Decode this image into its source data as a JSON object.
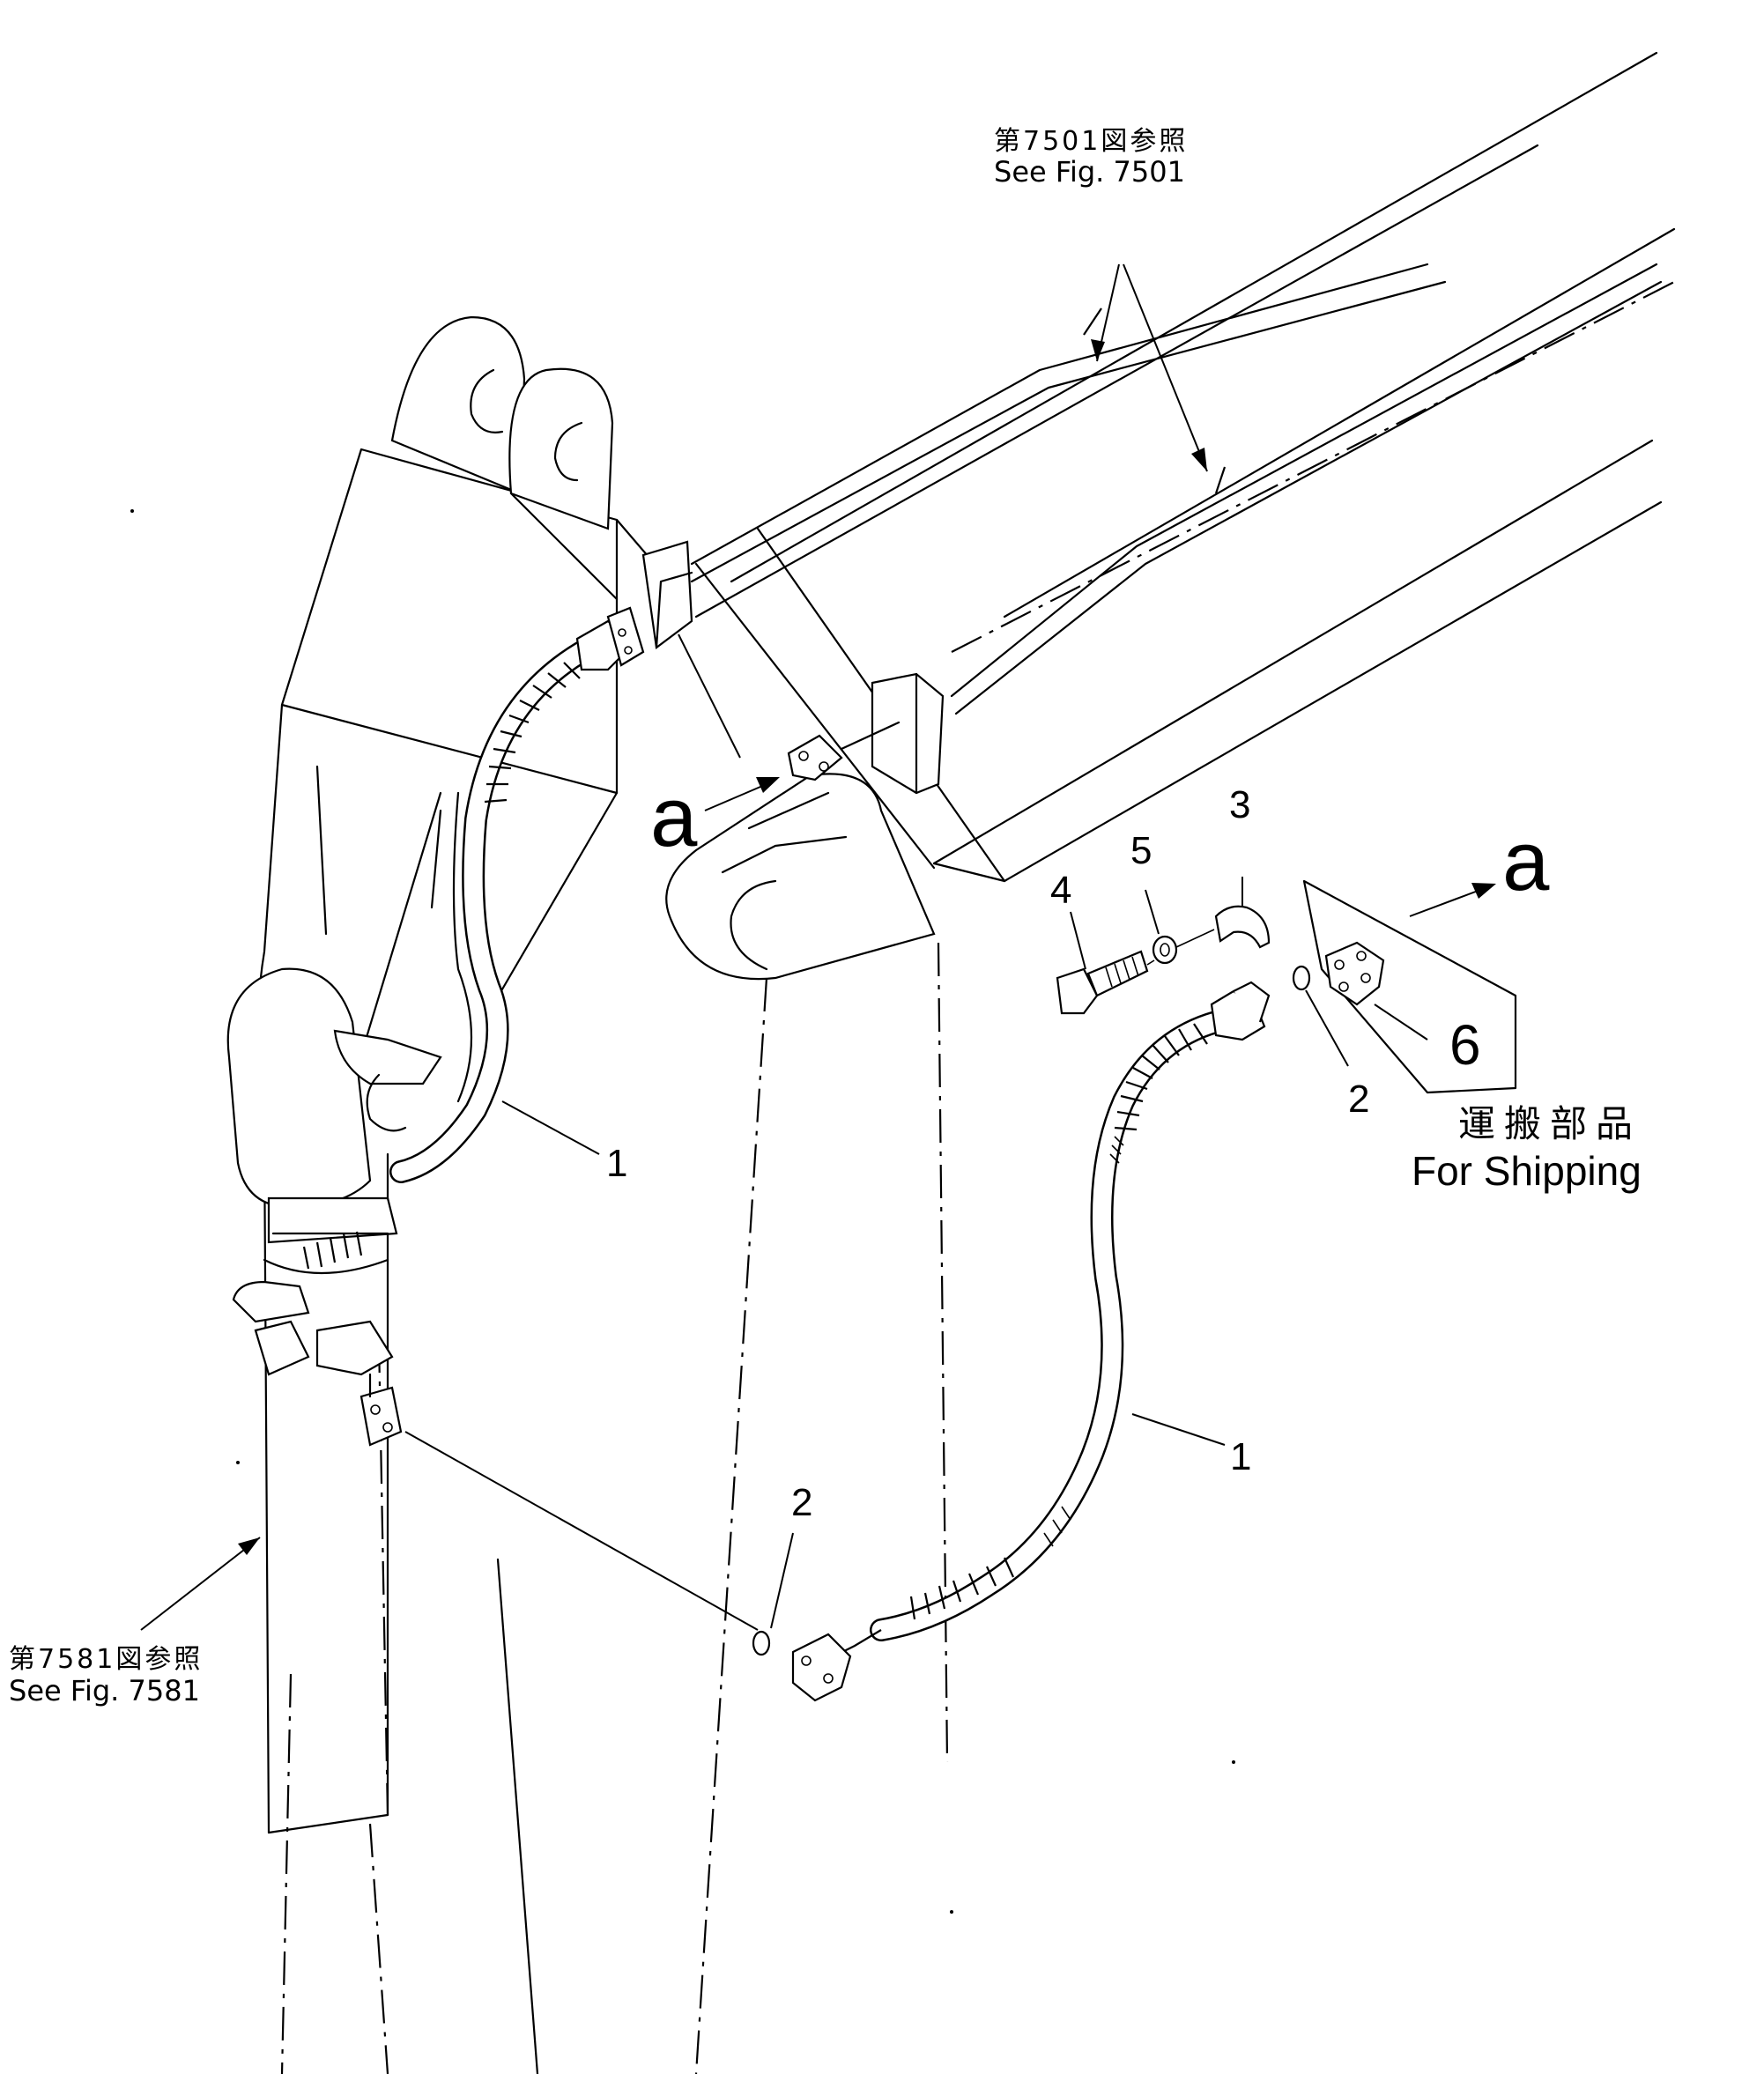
{
  "references": {
    "top": {
      "jp": "第7501図参照",
      "en": "See Fig. 7501"
    },
    "left": {
      "jp": "第7581図参照",
      "en": "See Fig. 7581"
    }
  },
  "view_marks": {
    "main": "a",
    "detail": "a"
  },
  "shipping": {
    "jp": "運搬部品",
    "en": "For Shipping"
  },
  "callouts": {
    "hose_upper": "1",
    "hose_lower": "1",
    "oring_right": "2",
    "oring_lower": "2",
    "half_clamp": "3",
    "bolt": "4",
    "washer": "5",
    "cover_plate": "6"
  }
}
